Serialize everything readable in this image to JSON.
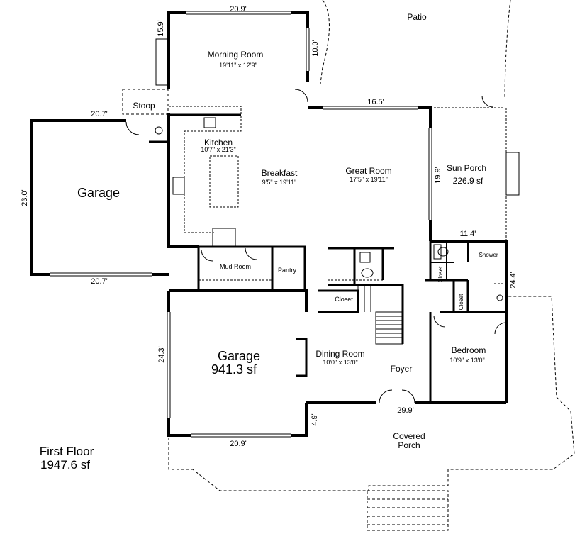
{
  "title": {
    "line1": "First Floor",
    "line2": "1947.6 sf"
  },
  "rooms": {
    "patio": "Patio",
    "morning_room": {
      "name": "Morning Room",
      "size": "19'11\" x 12'9\""
    },
    "stoop": "Stoop",
    "kitchen": {
      "name": "Kitchen",
      "size": "10'7\" x 21'3\""
    },
    "breakfast": {
      "name": "Breakfast",
      "size": "9'5\" x 19'11\""
    },
    "great_room": {
      "name": "Great Room",
      "size": "17'5\" x 19'11\""
    },
    "sun_porch": {
      "name": "Sun Porch",
      "area": "226.9 sf"
    },
    "garage_left": {
      "name": "Garage"
    },
    "mud_room": "Mud Room",
    "pantry": "Pantry",
    "closet_hall": "Closet",
    "shower": "Shower",
    "closet_small_1": "Closet",
    "closet_small_2": "Closet",
    "garage_main": {
      "name": "Garage",
      "area": "941.3 sf"
    },
    "dining_room": {
      "name": "Dining Room",
      "size": "10'0\" x 13'0\""
    },
    "foyer": "Foyer",
    "bedroom": {
      "name": "Bedroom",
      "size": "10'9\" x 13'0\""
    },
    "covered_porch": {
      "line1": "Covered",
      "line2": "Porch"
    }
  },
  "dimensions": {
    "top_morning": "20.9'",
    "left_morning": "15.9'",
    "right_morning": "10.0'",
    "great_room_top": "16.5'",
    "garage_left_top": "20.7'",
    "garage_left_side": "23.0'",
    "garage_left_bottom": "20.7'",
    "sun_porch_side": "19.9'",
    "sun_porch_bottom": "11.4'",
    "bath_side": "24.4'",
    "garage_main_side": "24.3'",
    "garage_main_bottom": "20.9'",
    "front_offset": "4.9'",
    "front_width": "29.9'"
  },
  "colors": {
    "wall": "#000000",
    "background": "#ffffff"
  }
}
